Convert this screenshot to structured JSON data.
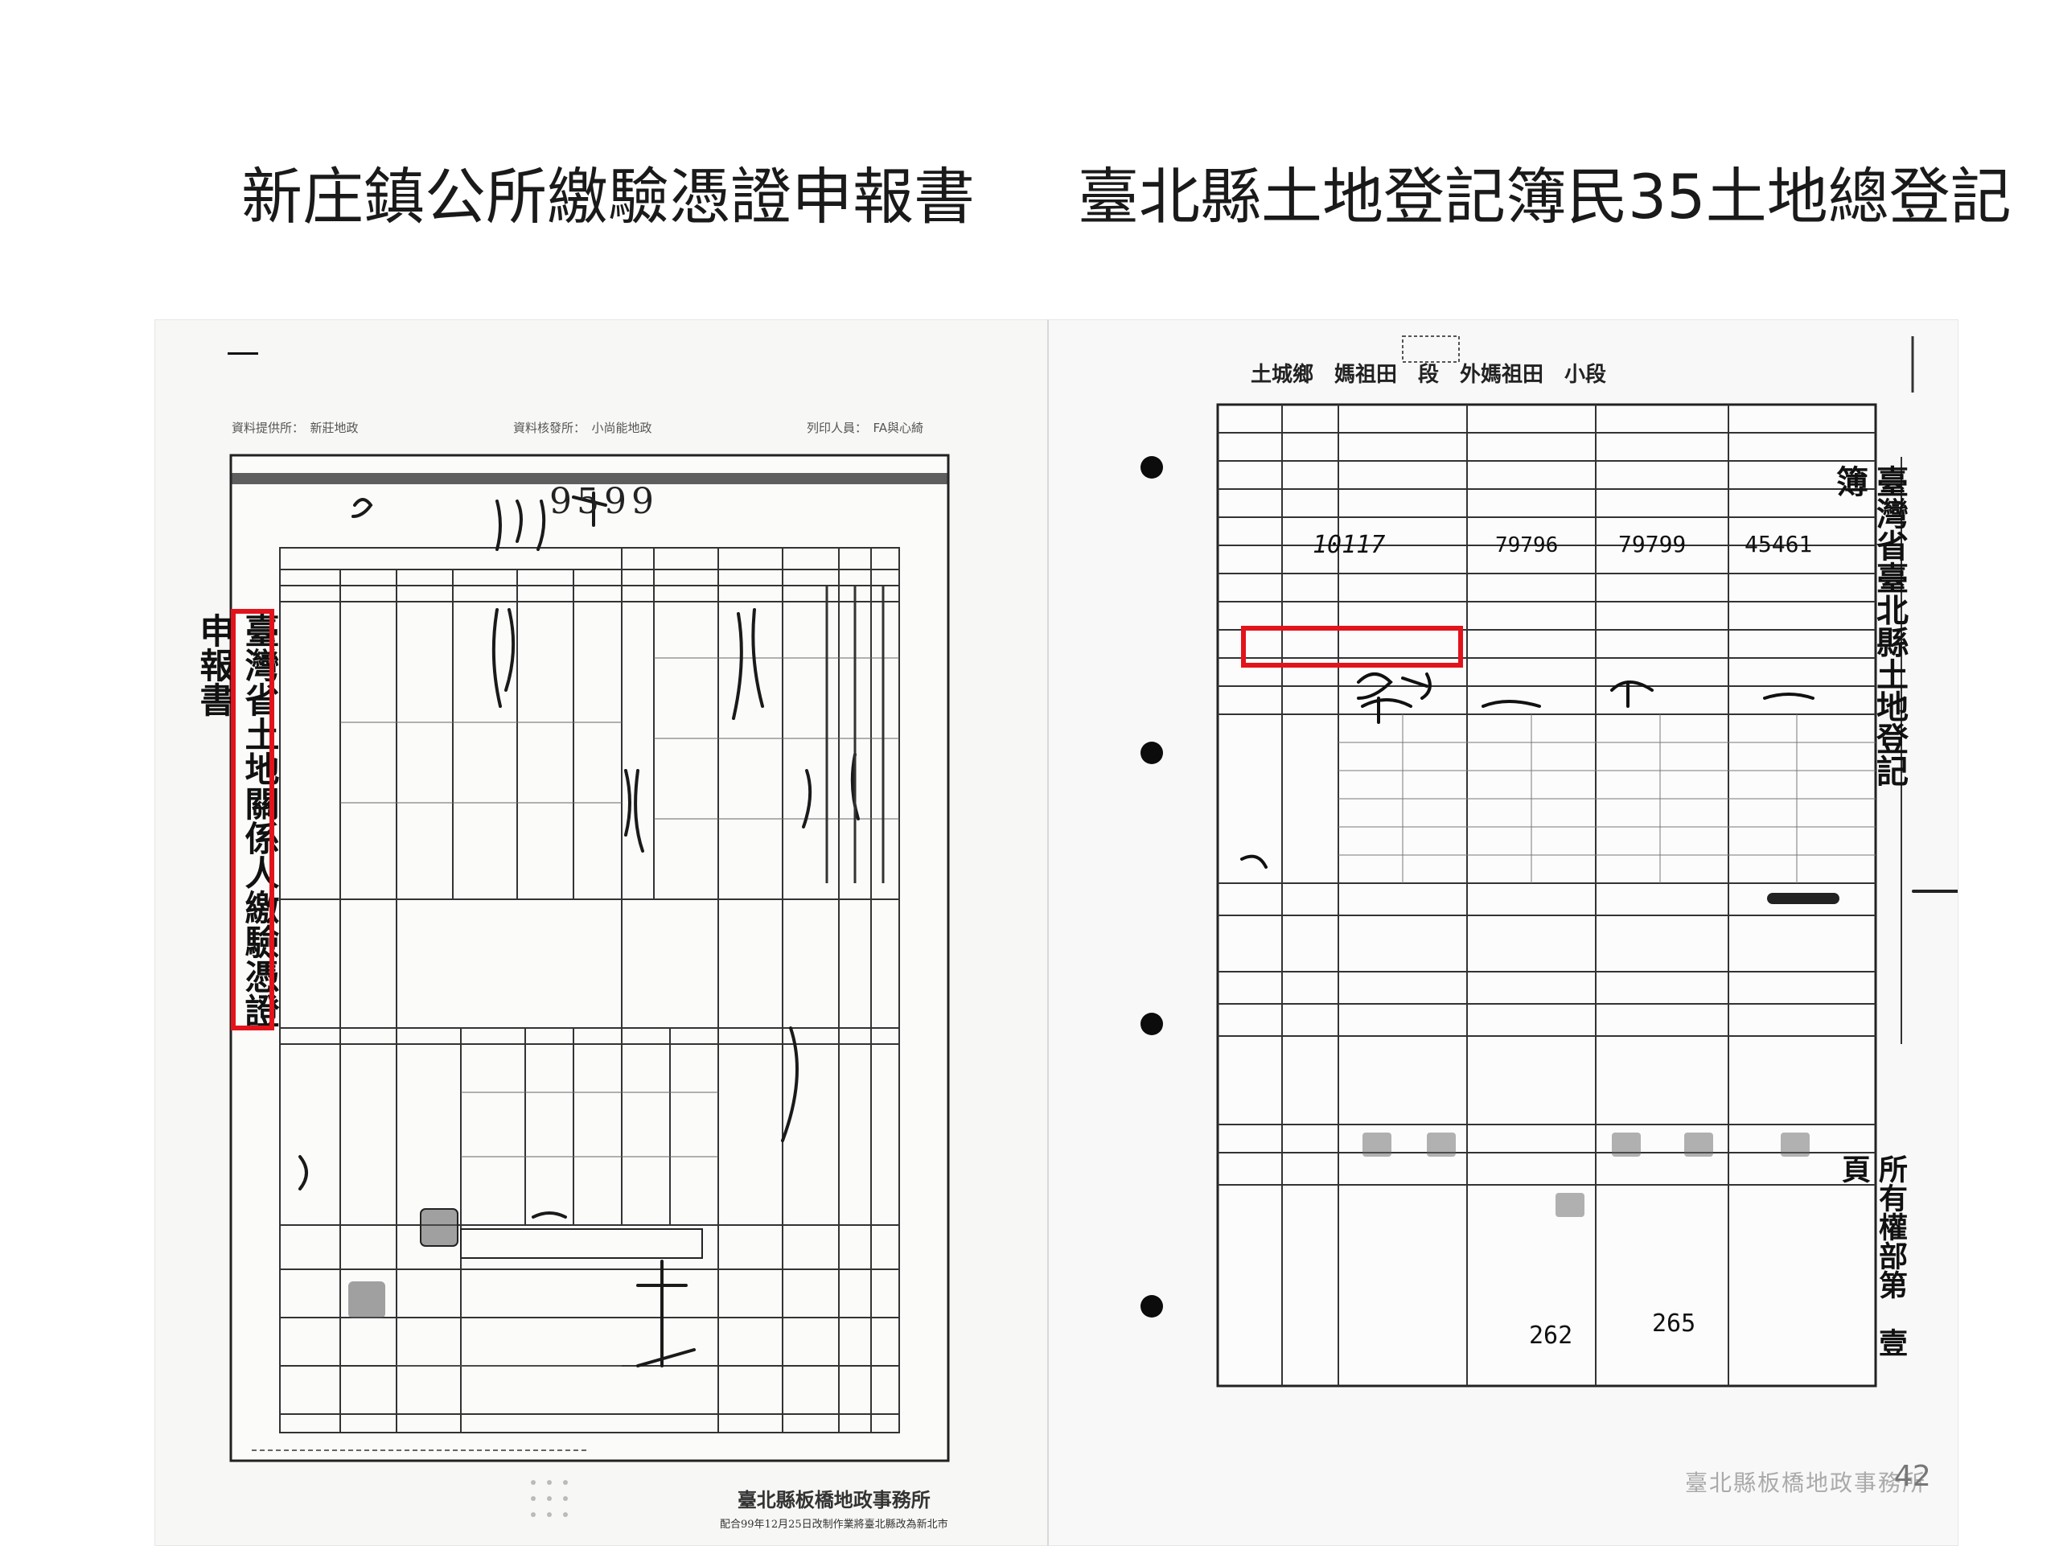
{
  "captions": {
    "left": "新庄鎮公所繳驗憑證申報書",
    "right": "臺北縣土地登記簿民35土地總登記"
  },
  "left_document": {
    "header_fields": [
      "資料提供所：　新莊地政",
      "資料核發所：　小尚能地政",
      "列印人員：　FA與心綺"
    ],
    "vertical_title": "臺灣省土地關係人繳驗憑證申報書",
    "handwritten_number": "9599",
    "footer_office": "臺北縣板橋地政事務所",
    "footer_note": "配合99年12月25日改制作業將臺北縣改為新北市"
  },
  "right_document": {
    "land_header": "土城鄉　媽祖田　段　外媽祖田　小段",
    "vertical_title": "臺灣省臺北縣土地登記簿",
    "vertical_page_note": "所有權部第　壹　頁",
    "office_stamp": "臺北縣板橋地政事務所",
    "values": [
      "10117",
      "79796",
      "79799",
      "45461",
      "262",
      "265"
    ]
  },
  "page_number": "42",
  "colors": {
    "highlight": "#e3131b",
    "caption_text": "#1a1a1a",
    "page_number": "#777777"
  }
}
